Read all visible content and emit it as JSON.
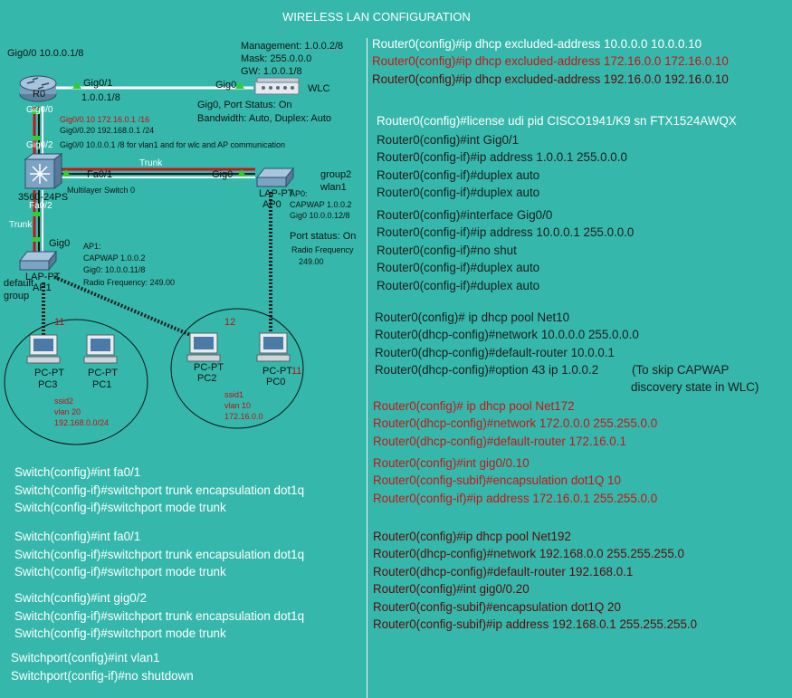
{
  "title": "WIRELESS LAN CONFIGURATION",
  "diagram": {
    "labels": {
      "r0_gig00_addr": "Gig0/0 10.0.0.1/8",
      "r0_name": "R0",
      "r0_gig01": "Gig0/1",
      "r0_gig01_addr": "1.0.0.1/8",
      "wlc_gig0": "Gig0",
      "wlc_name": "WLC",
      "wlc_mgmt": "Management: 1.0.0.2/8",
      "wlc_mask": "Mask: 255.0.0.0",
      "wlc_gw": "GW: 1.0.0.1/8",
      "wlc_port_status": "Gig0, Port Status: On",
      "wlc_bandwidth": "Bandwidth: Auto, Duplex: Auto",
      "r0_gig00": "Gig0/0",
      "sub010": "Gig0/0.10 172.16.0.1 /16",
      "sub020": "Gig0/0.20 192.168.0.1 /24",
      "sw_gig02": "Gig0/2",
      "sw_vlan1_note": "Gig0/0 10.0.0.1 /8 for vlan1 and  for wlc and AP communication",
      "sw_fa01": "Fa0/1",
      "trunk_top": "Trunk",
      "ap0_gig0": "Gig0",
      "sw_name": "3560-24PS",
      "sw_desc": "Multilayer Switch 0",
      "ap0_type": "LAP-PT",
      "ap0_name": "AP0",
      "ap0_id": "AP0:",
      "ap0_capwap": "CAPWAP 1.0.0.2",
      "ap0_gig0_addr": "Gig0 10.0.0.12/8",
      "group2": "group2",
      "wlan1": "wlan1",
      "ap0_port_status": "Port status: On",
      "ap0_radio": "Radio Frequency",
      "ap0_freq": "249.00",
      "sw_fa02": "Fa0/2",
      "trunk_left": "Trunk",
      "ap1_gig0": "Gig0",
      "ap1_id": "AP1:",
      "ap1_capwap": "CAPWAP 1.0.0.2",
      "ap1_gig0_addr": "Gig0: 10.0.0.11/8",
      "ap1_radio": "Radio Frequency: 249.00",
      "ap1_type": "LAP-PT",
      "ap1_name": "AP1",
      "default": "default",
      "group": "group",
      "n11_left": "11",
      "n12": "12",
      "n11_right": "11",
      "pc3_type": "PC-PT",
      "pc3_name": "PC3",
      "pc1_type": "PC-PT",
      "pc1_name": "PC1",
      "pc2_type": "PC-PT",
      "pc2_name": "PC2",
      "pc0_type": "PC-PT",
      "pc0_name": "PC0",
      "ssid2": "ssid2",
      "vlan20": "vlan 20",
      "net192": "192.168.0.0/24",
      "ssid1": "ssid1",
      "vlan10": "vlan 10",
      "net172": "172.16.0.0"
    }
  },
  "router_commands": [
    {
      "text": "Router0(config)#ip dhcp excluded-address 10.0.0.0 10.0.0.10",
      "color": "black"
    },
    {
      "text": "Router0(config)#ip dhcp excluded-address 172.16.0.0 172.16.0.10",
      "color": "red"
    },
    {
      "text": "Router0(config)#ip dhcp excluded-address 192.16.0.0 192.16.0.10",
      "color": "dark"
    }
  ],
  "router_commands_2": [
    "Router0(config)#license udi pid CISCO1941/K9 sn FTX1524AWQX",
    "Router0(config)#int Gig0/1",
    "Router0(config-if)#ip address 1.0.0.1 255.0.0.0",
    "Router0(config-if)#duplex auto",
    "Router0(config-if)#duplex auto"
  ],
  "router_commands_3": [
    "Router0(config)#interface Gig0/0",
    "Router0(config-if)#ip address 10.0.0.1 255.0.0.0",
    "Router0(config-if)#no shut",
    "Router0(config-if)#duplex auto",
    "Router0(config-if)#duplex auto"
  ],
  "router_commands_4": [
    "Router0(config)# ip dhcp  pool Net10",
    "Router0(dhcp-config)#network 10.0.0.0 255.0.0.0",
    "Router0(dhcp-config)#default-router 10.0.0.1",
    "Router0(dhcp-config)#option 43 ip 1.0.0.2"
  ],
  "option43_note_1": "(To skip CAPWAP",
  "option43_note_2": "discovery state in WLC)",
  "router_commands_5": [
    "Router0(config)# ip dhcp pool Net172",
    "Router0(dhcp-config)#network 172.0.0.0  255.255.0.0",
    "Router0(dhcp-config)#default-router  172.16.0.1"
  ],
  "router_commands_6": [
    "Router0(config)#int gig0/0.10",
    "Router0(config-subif)#encapsulation dot1Q  10",
    "Router0(config-if)#ip address 172.16.0.1 255.255.0.0"
  ],
  "router_commands_7": [
    "Router0(config)#ip dhcp pool Net192",
    "Router0(dhcp-config)#network 192.168.0.0 255.255.255.0",
    "Router0(dhcp-config)#default-router 192.168.0.1",
    "Router0(config)#int gig0/0.20",
    "Router0(config-subif)#encapsulation dot1Q 20",
    "Router0(config-subif)#ip address 192.168.0.1 255.255.255.0"
  ],
  "switch_commands_1": [
    "Switch(config)#int fa0/1",
    "Switch(config-if)#switchport trunk encapsulation dot1q",
    "Switch(config-if)#switchport mode trunk"
  ],
  "switch_commands_2": [
    "Switch(config)#int fa0/1",
    "Switch(config-if)#switchport trunk encapsulation dot1q",
    "Switch(config-if)#switchport mode trunk"
  ],
  "switch_commands_3": [
    "Switch(config)#int gig0/2",
    "Switch(config-if)#switchport trunk encapsulation dot1q",
    "Switch(config-if)#switchport mode trunk"
  ],
  "switch_commands_4": [
    "Switchport(config)#int vlan1",
    "Switchport(config-if)#no shutdown"
  ],
  "colors": {
    "background": "#35b8ab",
    "red_text": "#c41616",
    "link_red": "#c81414",
    "link_dark": "#1a1a1a"
  }
}
